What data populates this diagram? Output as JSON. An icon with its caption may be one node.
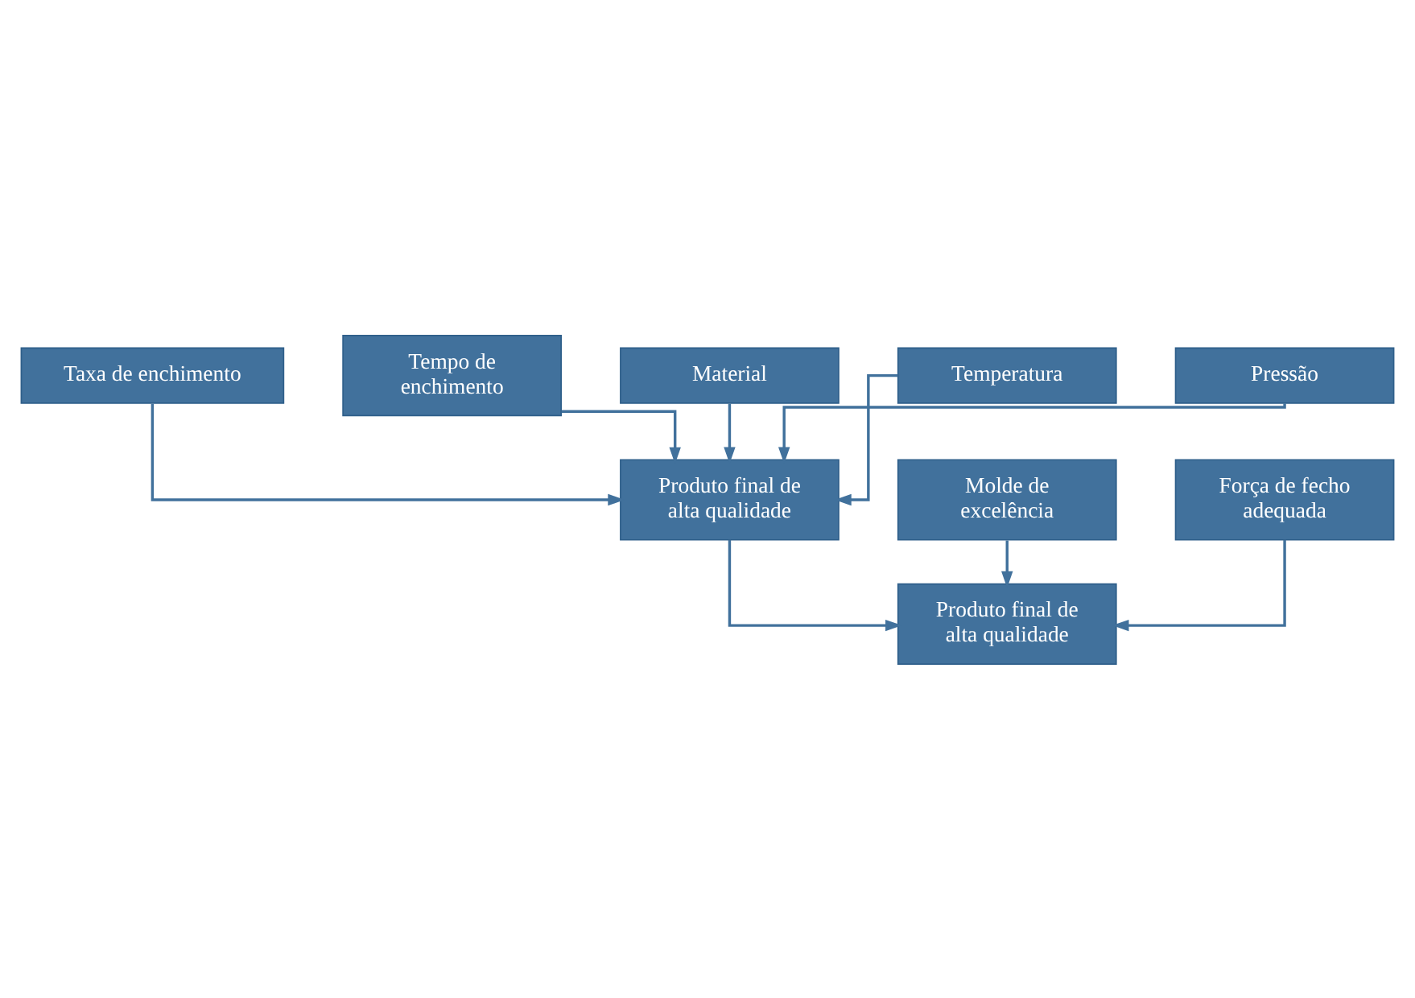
{
  "diagram": {
    "nodes": [
      {
        "text": [
          "Taxa de enchimento"
        ]
      },
      {
        "text": [
          "Tempo de enchimento"
        ]
      },
      {
        "text": [
          "Material"
        ]
      },
      {
        "text": [
          "Temperatura"
        ]
      },
      {
        "text": [
          "Pressão"
        ]
      },
      {
        "text": [
          "Produto final de alta qualidade"
        ]
      },
      {
        "text": [
          "Molde de excelência"
        ]
      },
      {
        "text": [
          "Força de fecho adequada"
        ]
      },
      {
        "text": [
          "Produto final de alta qualidade"
        ]
      }
    ],
    "edges": [
      {
        "from": 2,
        "to": 5,
        "arrow": "to"
      },
      {
        "from": 0,
        "to": 5,
        "arrow": "to"
      },
      {
        "from": 3,
        "to": 5,
        "arrow": "to"
      },
      {
        "from": 1,
        "to": 5,
        "arrow": "to"
      },
      {
        "from": 4,
        "to": 5,
        "arrow": "to"
      },
      {
        "from": 5,
        "to": 8,
        "arrow": "to"
      },
      {
        "from": 6,
        "to": 8,
        "arrow": "to"
      },
      {
        "from": 7,
        "to": 8,
        "arrow": "to"
      }
    ]
  }
}
